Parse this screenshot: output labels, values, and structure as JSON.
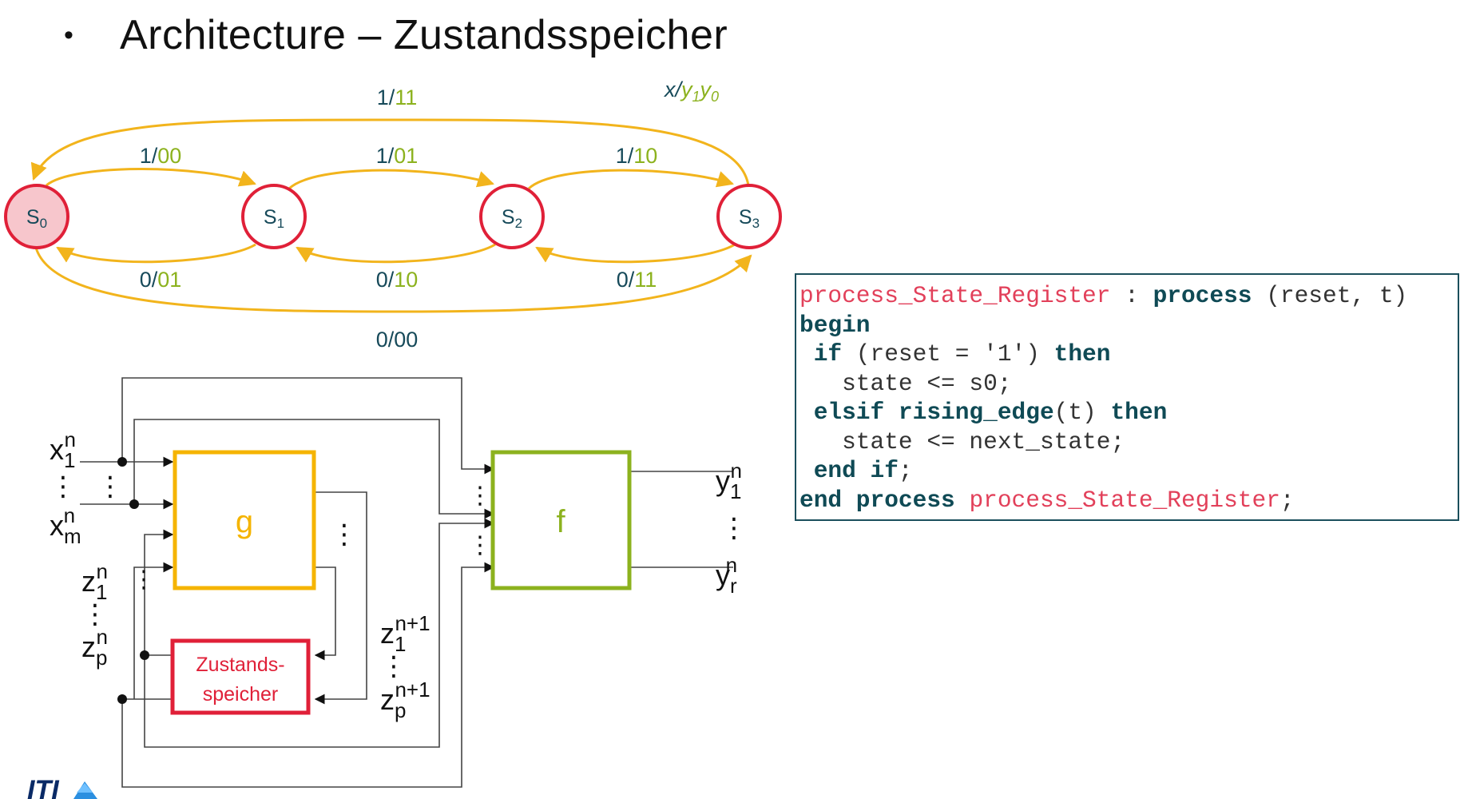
{
  "slide": {
    "bullet": "•",
    "title": "Architecture – Zustandsspeicher"
  },
  "colors": {
    "arc": "#f2b41c",
    "state_border": "#e02038",
    "state_fill_active": "#f7c6cc",
    "label_dark": "#174a5a",
    "label_green": "#8cb21e",
    "g_border": "#f5b400",
    "f_border": "#8cb21e",
    "zs_border": "#e02038",
    "wire": "#444444"
  },
  "state_diagram": {
    "legend": {
      "x": "x",
      "slash": "/",
      "y1": "y",
      "y1_sub": "1",
      "y0": "y",
      "y0_sub": "0"
    },
    "states": [
      {
        "name": "S",
        "sub": "0",
        "active": true
      },
      {
        "name": "S",
        "sub": "1",
        "active": false
      },
      {
        "name": "S",
        "sub": "2",
        "active": false
      },
      {
        "name": "S",
        "sub": "3",
        "active": false
      }
    ],
    "transitions": [
      {
        "from": "S3",
        "to": "S0",
        "input": "1",
        "output": "11"
      },
      {
        "from": "S0",
        "to": "S1",
        "input": "1",
        "output": "00"
      },
      {
        "from": "S1",
        "to": "S2",
        "input": "1",
        "output": "01"
      },
      {
        "from": "S2",
        "to": "S3",
        "input": "1",
        "output": "10"
      },
      {
        "from": "S1",
        "to": "S0",
        "input": "0",
        "output": "01"
      },
      {
        "from": "S2",
        "to": "S1",
        "input": "0",
        "output": "10"
      },
      {
        "from": "S3",
        "to": "S2",
        "input": "0",
        "output": "11"
      },
      {
        "from": "S0",
        "to": "S3",
        "input": "0",
        "output": "00"
      }
    ]
  },
  "block_diagram": {
    "g_label": "g",
    "f_label": "f",
    "zs_line1": "Zustands-",
    "zs_line2": "speicher",
    "inputs": {
      "x1": {
        "base": "x",
        "sub": "1",
        "sup": "n"
      },
      "xm": {
        "base": "x",
        "sub": "m",
        "sup": "n"
      },
      "z1": {
        "base": "z",
        "sub": "1",
        "sup": "n"
      },
      "zp": {
        "base": "z",
        "sub": "p",
        "sup": "n"
      }
    },
    "next": {
      "z1": {
        "base": "z",
        "sub": "1",
        "sup": "n+1"
      },
      "zp": {
        "base": "z",
        "sub": "p",
        "sup": "n+1"
      }
    },
    "outputs": {
      "y1": {
        "base": "y",
        "sub": "1",
        "sup": "n"
      },
      "yr": {
        "base": "y",
        "sub": "r",
        "sup": "n"
      }
    },
    "dots": "⋮"
  },
  "code": {
    "lines": [
      [
        {
          "t": "process_State_Register",
          "c": "id"
        },
        {
          "t": " : "
        },
        {
          "t": "process",
          "c": "kw"
        },
        {
          "t": " (reset, t)"
        }
      ],
      [
        {
          "t": "begin",
          "c": "kw"
        }
      ],
      [
        {
          "t": " "
        },
        {
          "t": "if",
          "c": "kw"
        },
        {
          "t": " (reset = '1') "
        },
        {
          "t": "then",
          "c": "kw"
        }
      ],
      [
        {
          "t": "   state <= s0;"
        }
      ],
      [
        {
          "t": " "
        },
        {
          "t": "elsif",
          "c": "kw"
        },
        {
          "t": " "
        },
        {
          "t": "rising_edge",
          "c": "kw"
        },
        {
          "t": "(t) "
        },
        {
          "t": "then",
          "c": "kw"
        }
      ],
      [
        {
          "t": "   state <= next_state;"
        }
      ],
      [
        {
          "t": " "
        },
        {
          "t": "end if",
          "c": "kw"
        },
        {
          "t": ";"
        }
      ],
      [
        {
          "t": "end process",
          "c": "kw"
        },
        {
          "t": " "
        },
        {
          "t": "process_State_Register",
          "c": "id"
        },
        {
          "t": ";"
        }
      ]
    ]
  },
  "logo": {
    "text": "ITI"
  }
}
